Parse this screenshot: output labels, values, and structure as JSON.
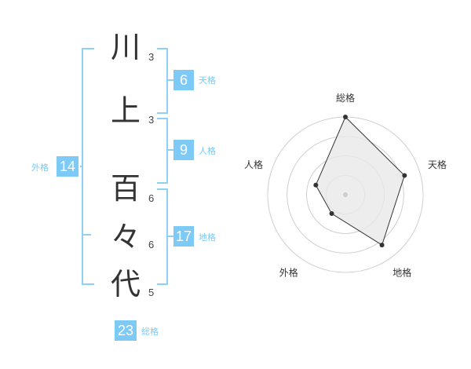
{
  "name_chars": [
    {
      "char": "川",
      "strokes": "3"
    },
    {
      "char": "上",
      "strokes": "3"
    },
    {
      "char": "百",
      "strokes": "6"
    },
    {
      "char": "々",
      "strokes": "6"
    },
    {
      "char": "代",
      "strokes": "5"
    }
  ],
  "kakusu": {
    "tenkaku": {
      "value": "6",
      "label": "天格"
    },
    "jinkaku": {
      "value": "9",
      "label": "人格"
    },
    "chikaku": {
      "value": "17",
      "label": "地格"
    },
    "gaikaku": {
      "value": "14",
      "label": "外格"
    },
    "soukaku": {
      "value": "23",
      "label": "総格"
    }
  },
  "colors": {
    "accent": "#7ccaf5",
    "bracket": "#8fd1f5"
  },
  "chart_data": {
    "type": "radar",
    "axes": [
      "総格",
      "天格",
      "地格",
      "外格",
      "人格"
    ],
    "values": [
      1.0,
      0.8,
      0.8,
      0.3,
      0.4
    ],
    "rings": 4,
    "point_color": "#333333",
    "fill_color": "#e9e9e9"
  }
}
